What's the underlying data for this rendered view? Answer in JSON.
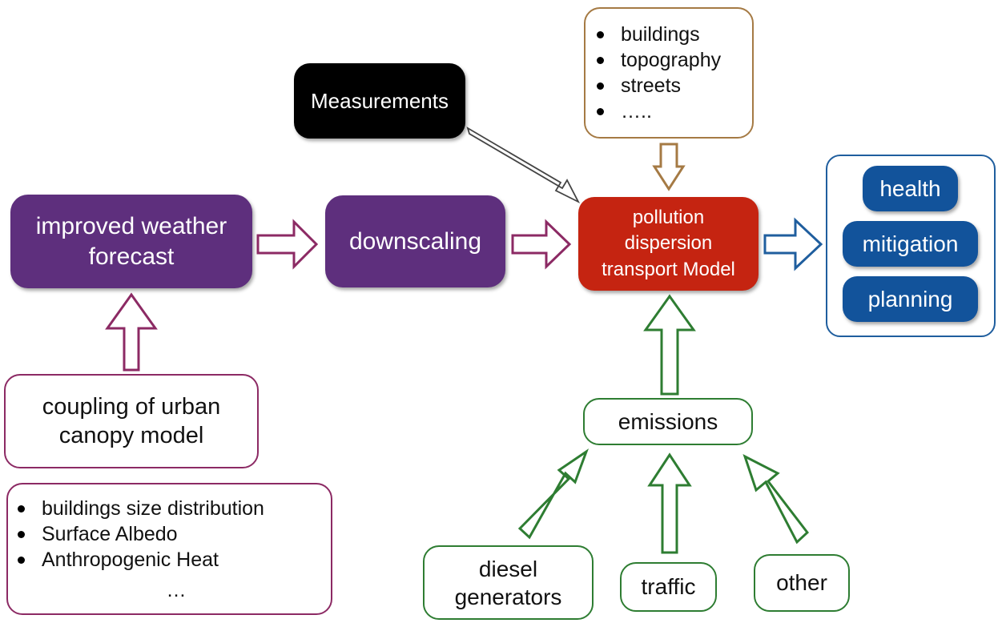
{
  "nodes": {
    "weather_forecast": "improved weather\nforecast",
    "downscaling": "downscaling",
    "pollution_model": "pollution\ndispersion\ntransport Model",
    "measurements": "Measurements",
    "coupling": "coupling of  urban\ncanopy model",
    "emissions": "emissions",
    "diesel": "diesel\ngenerators",
    "traffic": "traffic",
    "other": "other"
  },
  "outcomes": [
    "health",
    "mitigation",
    "planning"
  ],
  "geo_inputs": [
    "buildings",
    "topography",
    "streets",
    "….."
  ],
  "canopy_inputs": {
    "items": [
      "buildings size distribution",
      "Surface Albedo",
      "Anthropogenic Heat"
    ],
    "more": "…"
  },
  "colors": {
    "purple": "#5e2f7d",
    "red": "#c52411",
    "black": "#000000",
    "blue": "#12539b",
    "arrow_purple": "#8c2a64",
    "arrow_green": "#2e7d32",
    "arrow_brown": "#a57a44",
    "arrow_blue": "#1f5e9e",
    "arrow_gray": "#444444"
  }
}
